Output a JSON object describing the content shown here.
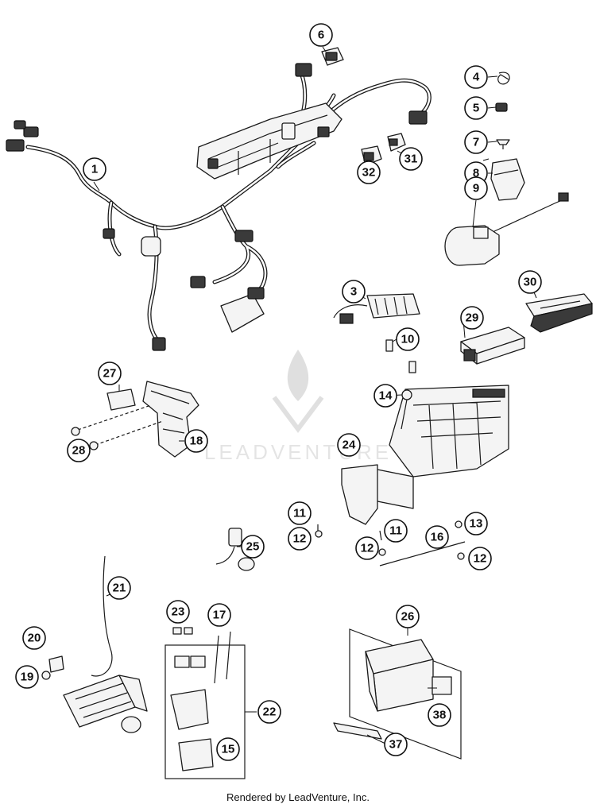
{
  "callouts": {
    "c1": "1",
    "c2": "3",
    "c3": "4",
    "c4": "5",
    "c5": "6",
    "c6": "7",
    "c7": "8",
    "c8": "9",
    "c9": "10",
    "c10": "11",
    "c11": "11",
    "c12": "12",
    "c13": "12",
    "c14": "12",
    "c15": "13",
    "c16": "14",
    "c17": "15",
    "c18": "16",
    "c19": "17",
    "c20": "18",
    "c21": "19",
    "c22": "20",
    "c23": "21",
    "c24": "22",
    "c25": "23",
    "c26": "24",
    "c27": "25",
    "c28": "26",
    "c29": "27",
    "c30": "28",
    "c31": "29",
    "c32": "30",
    "c33": "31",
    "c34": "32",
    "c35": "37",
    "c36": "38"
  },
  "watermark": {
    "text": "LEADVENTURE"
  },
  "footer": "Rendered by LeadVenture, Inc."
}
